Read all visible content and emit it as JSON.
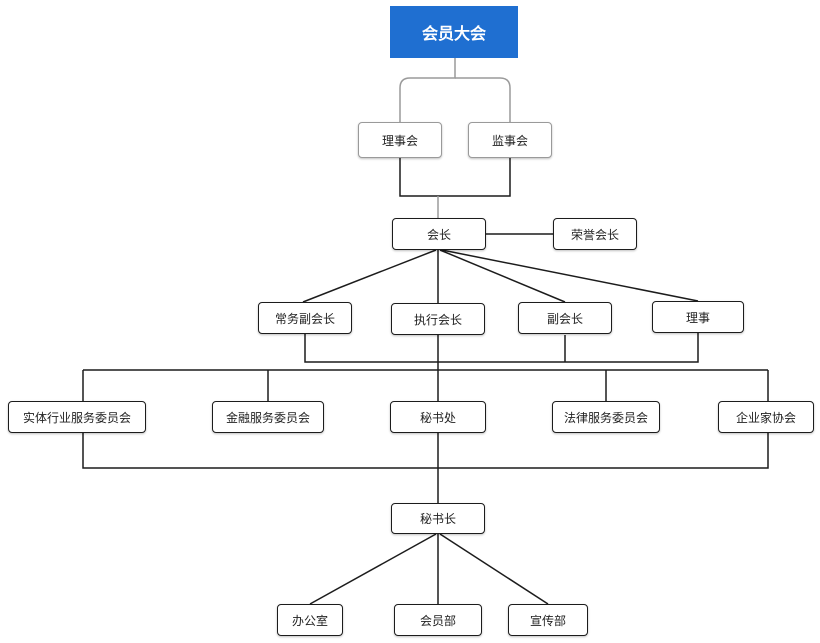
{
  "diagram": {
    "top": "会员大会",
    "supervision": [
      "理事会",
      "监事会"
    ],
    "president": "会长",
    "honorary": "荣誉会长",
    "vice_row": [
      "常务副会长",
      "执行会长",
      "副会长",
      "理事"
    ],
    "committee_row": [
      "实体行业服务委员会",
      "金融服务委员会",
      "秘书处",
      "法律服务委员会",
      "企业家协会"
    ],
    "secretary_general": "秘书长",
    "departments": [
      "办公室",
      "会员部",
      "宣传部"
    ]
  },
  "colors": {
    "top_fill": "#1f6fd1",
    "line": "#1c1c1c",
    "soft_line": "#9a9a9a"
  }
}
